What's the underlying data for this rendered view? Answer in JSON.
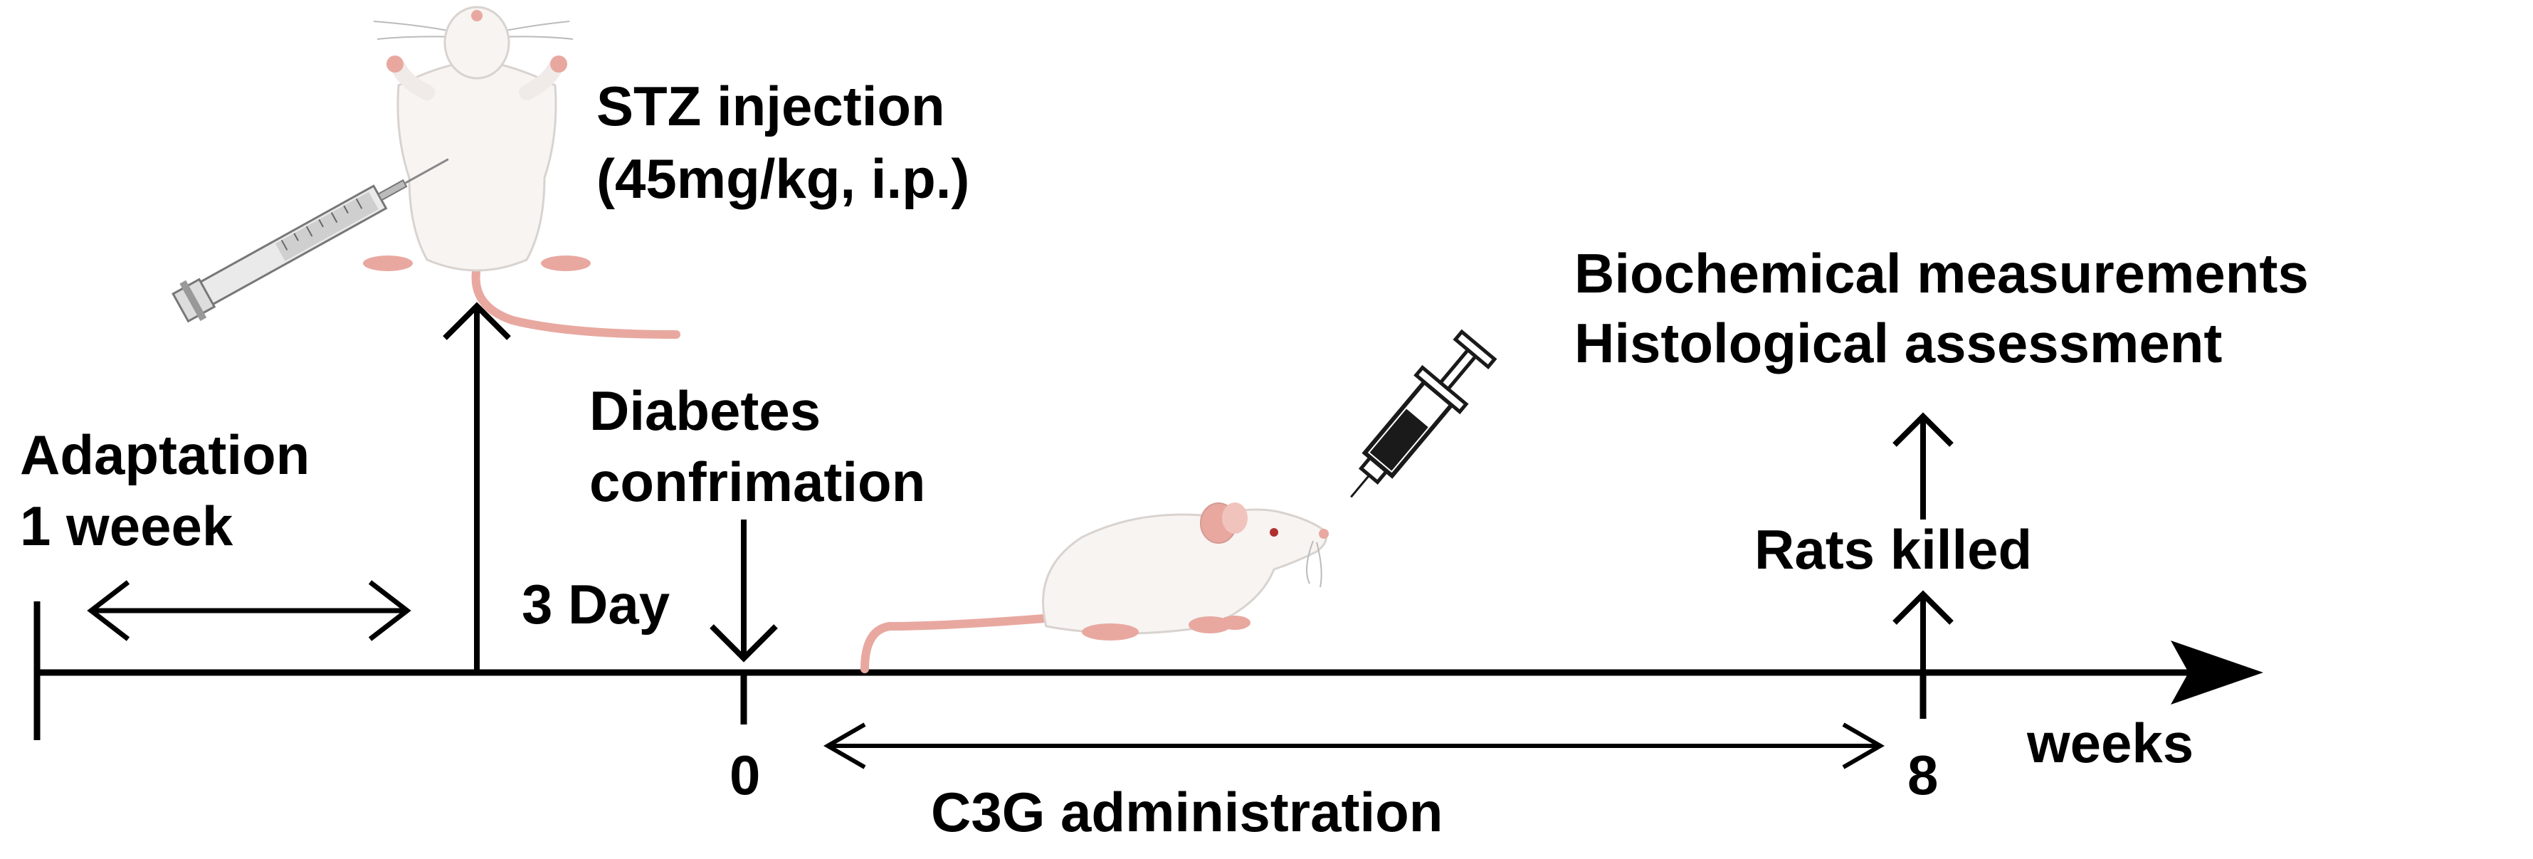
{
  "stz": {
    "line1": "STZ  injection",
    "line2": "(45mg/kg, i.p.)"
  },
  "adaptation": {
    "line1": "Adaptation",
    "line2": "1 weeek"
  },
  "diabetes": {
    "line1": "Diabetes",
    "line2": "confrimation"
  },
  "day": "3 Day",
  "outcomes": {
    "line1": "Biochemical measurements",
    "line2": "Histological assessment"
  },
  "rats_killed": "Rats killed",
  "ticks": {
    "zero": "0",
    "eight": "8"
  },
  "axis_unit": "weeks",
  "c3g": "C3G administration",
  "colors": {
    "ink": "#000000",
    "rat_fur": "#f7f4f2",
    "rat_pink": "#e8a8a0",
    "syringe_dark": "#1a1a1a"
  }
}
